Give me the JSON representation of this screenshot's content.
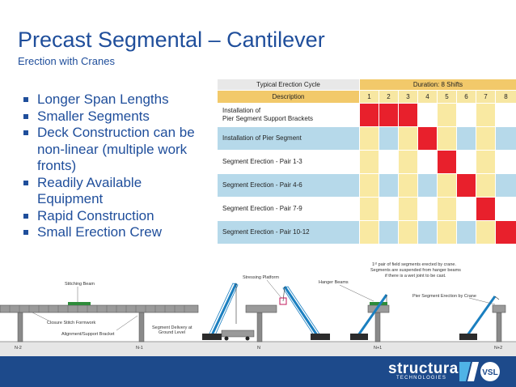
{
  "slide": {
    "title": "Precast Segmental – Cantilever",
    "subtitle": "Erection with Cranes"
  },
  "bullets": [
    "Longer Span Lengths",
    "Smaller Segments",
    "Deck Construction can be non-linear (multiple work fronts)",
    "Readily Available Equipment",
    "Rapid Construction",
    "Small Erection Crew"
  ],
  "schedule": {
    "header_left": "Typical Erection Cycle",
    "header_right": "Duration: 8 Shifts",
    "col_description": "Description",
    "shifts": [
      "1",
      "2",
      "3",
      "4",
      "5",
      "6",
      "7",
      "8"
    ],
    "rows": [
      {
        "description_line1": "Installation of",
        "description_line2": "Pier Segment Support Brackets"
      },
      {
        "description_line1": "Installation of Pier Segment",
        "description_line2": ""
      },
      {
        "description_line1": "Segment Erection - Pair 1-3",
        "description_line2": ""
      },
      {
        "description_line1": "Segment Erection - Pair 4-6",
        "description_line2": ""
      },
      {
        "description_line1": "Segment Erection - Pair 7-9",
        "description_line2": ""
      },
      {
        "description_line1": "Segment Erection - Pair 10-12",
        "description_line2": ""
      }
    ]
  },
  "diagram": {
    "labels": {
      "stitching_beam": "Stitching Beam",
      "closure_stitch": "Closure Stitch Formwork",
      "alignment_bracket": "Alignment/Support Bracket",
      "segment_delivery_1": "Segment Delivery at",
      "segment_delivery_2": "Ground Level",
      "stressing_platform": "Stressing Platform",
      "hanger_beams": "Hanger Beams",
      "note_line1": "1ˢᵗ pair of field segments erected by crane.",
      "note_line2": "Segments are suspended from hanger beams",
      "note_line3": "if there is a wet joint to be cast.",
      "pier_segment_erection": "Pier Segment Erection by Crane"
    },
    "piers": [
      "N-2",
      "N-1",
      "N",
      "N+1",
      "N+2"
    ]
  },
  "footer": {
    "logo_text": "structural",
    "logo_sub": "TECHNOLOGIES",
    "vsl": "VSL"
  },
  "colors": {
    "title_blue": "#1f4e9b",
    "footer_blue": "#1d4a8b",
    "crane_blue": "#1a7fc0",
    "bar_red": "#e8202c",
    "shift_yellow": "#f9e9a2",
    "row_blue": "#b6d9ea"
  }
}
